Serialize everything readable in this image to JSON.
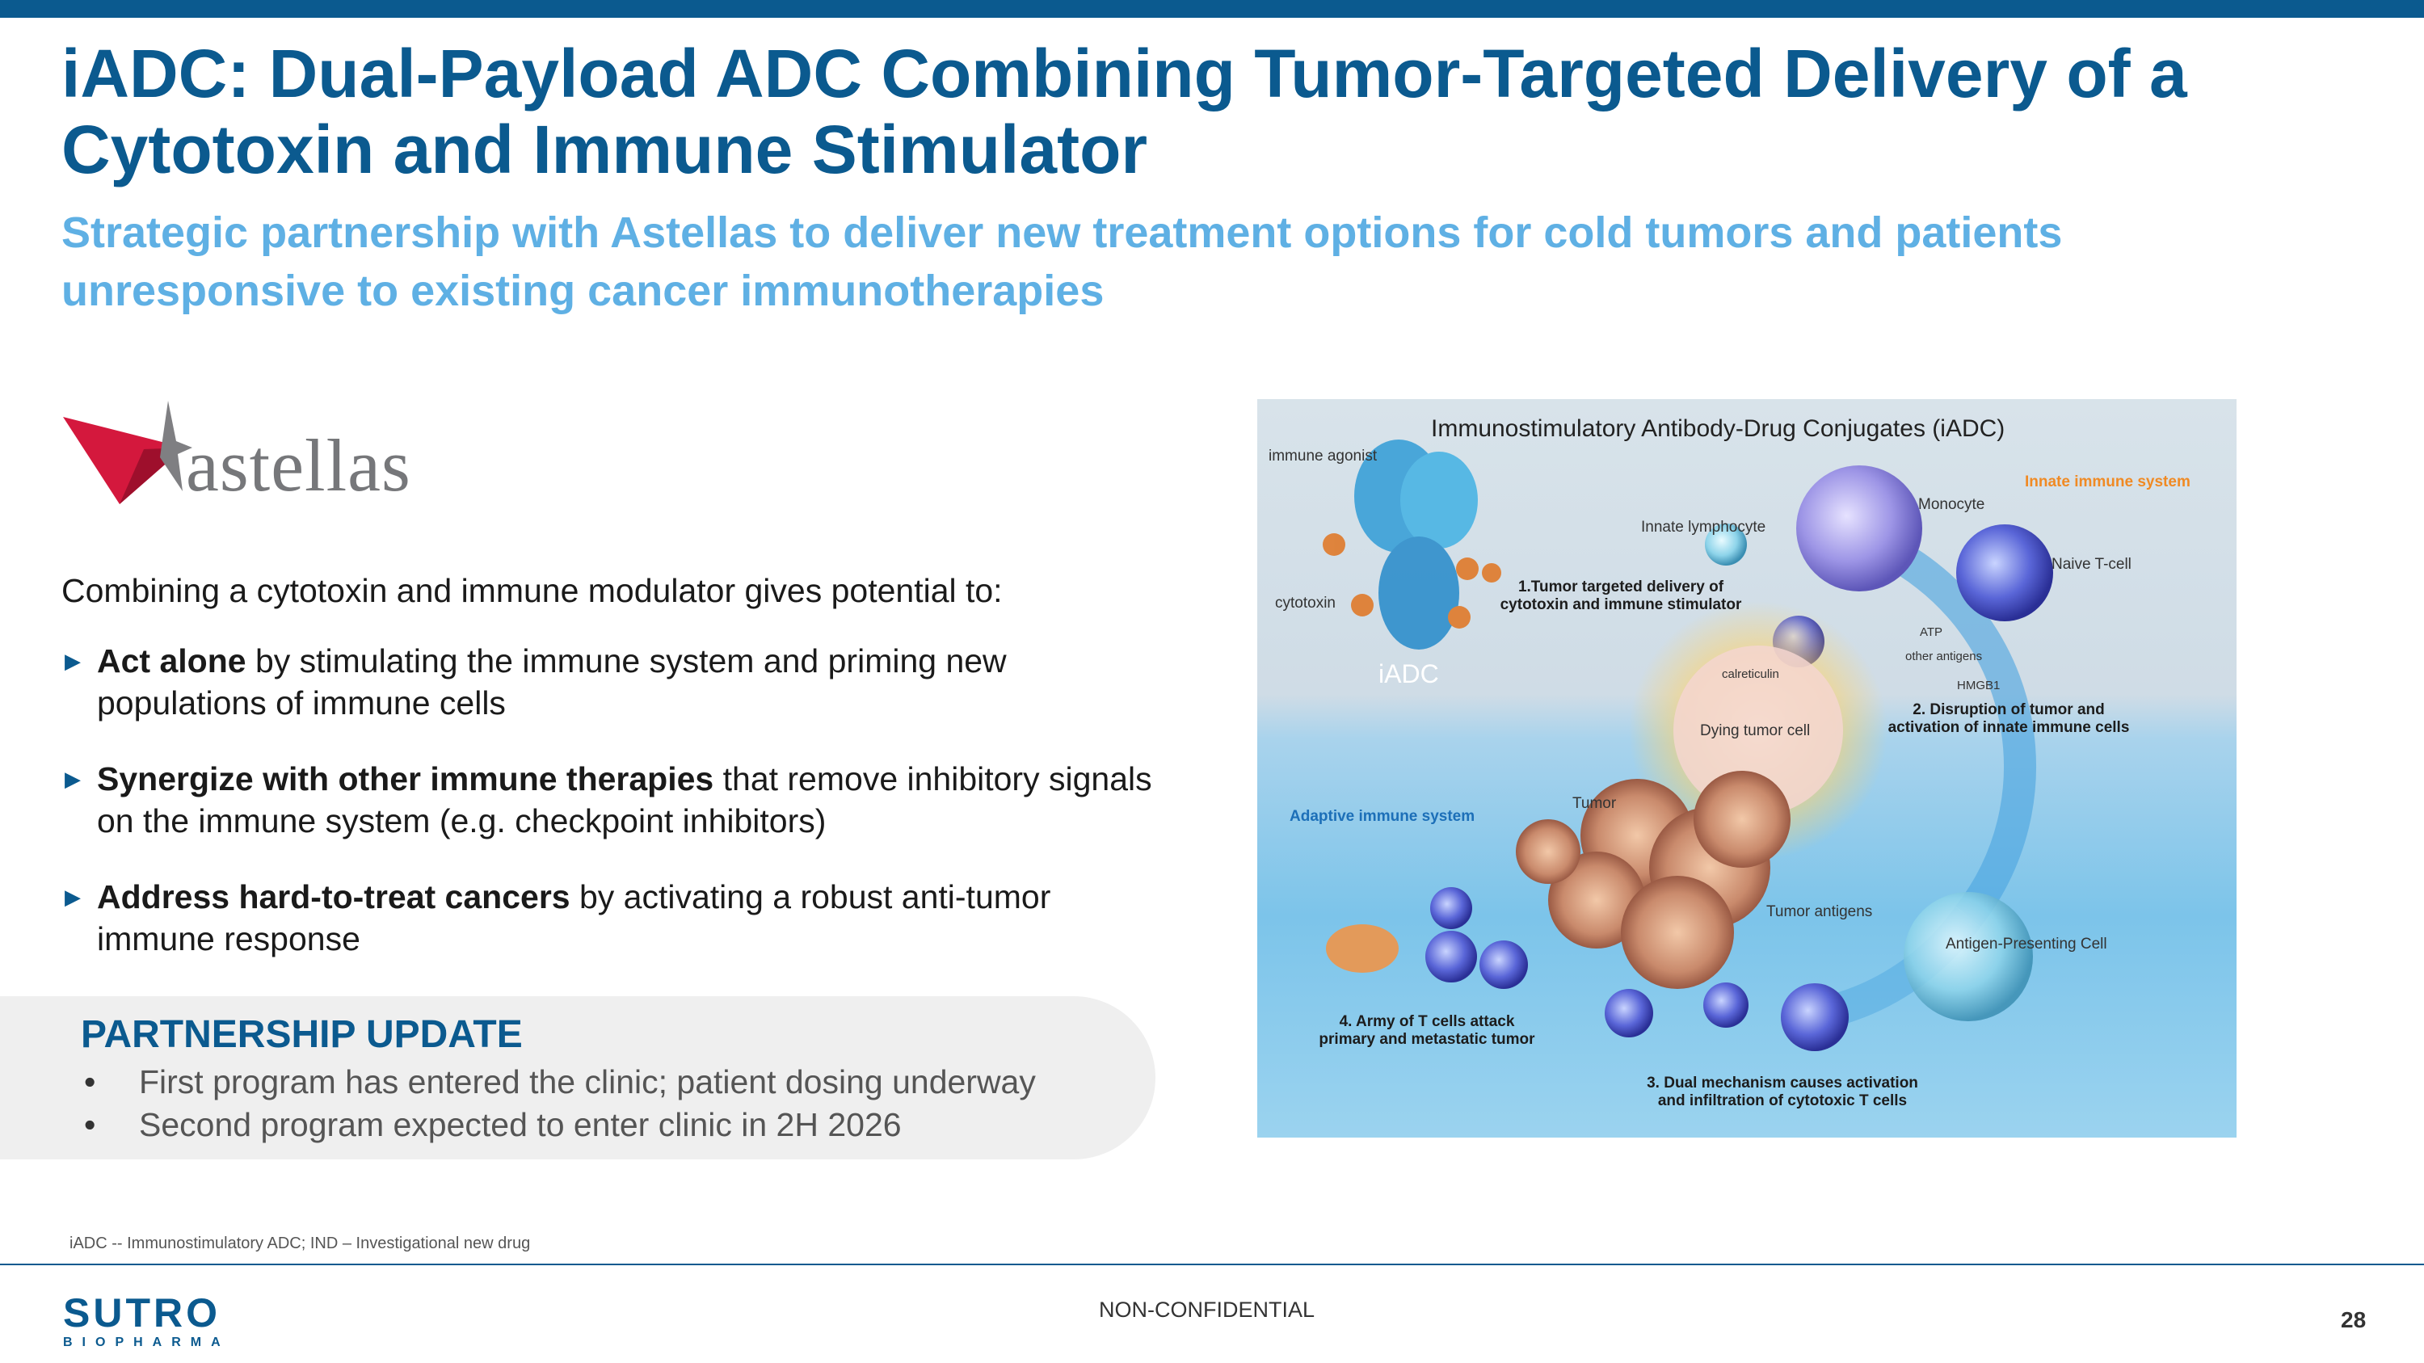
{
  "slide": {
    "title": "iADC: Dual-Payload ADC Combining Tumor-Targeted Delivery of a Cytotoxin and Immune Stimulator",
    "subtitle": "Strategic partnership with Astellas to deliver new treatment options for cold tumors and patients unresponsive to existing cancer immunotherapies",
    "partner_logo": "astellas",
    "intro": "Combining a cytotoxin and immune modulator gives potential to:",
    "bullets": [
      {
        "bold": "Act alone",
        "rest": " by stimulating the immune system and priming new populations of immune cells"
      },
      {
        "bold": "Synergize with other immune therapies",
        "rest": " that remove inhibitory signals on the immune system (e.g. checkpoint inhibitors)"
      },
      {
        "bold": "Address hard-to-treat cancers",
        "rest": " by activating a robust anti-tumor immune response"
      }
    ],
    "update": {
      "title": "PARTNERSHIP UPDATE",
      "items": [
        "First program has entered the clinic; patient dosing underway",
        "Second program expected to enter clinic in 2H 2026"
      ]
    },
    "figure": {
      "title": "Immunostimulatory Antibody-Drug Conjugates (iADC)",
      "immune_agonist": "immune agonist",
      "cytotoxin": "cytotoxin",
      "iadc": "iADC",
      "innate_immune": "Innate immune system",
      "monocyte": "Monocyte",
      "innate_lymphocyte": "Innate lymphocyte",
      "naive_tcell": "Naive T-cell",
      "step1a": "1.Tumor targeted delivery of",
      "step1b": "cytotoxin and immune stimulator",
      "atp": "ATP",
      "other_antigens": "other antigens",
      "calreticulin": "calreticulin",
      "hmgb1": "HMGB1",
      "step2a": "2. Disruption of tumor and",
      "step2b": "activation of innate immune cells",
      "dying": "Dying tumor cell",
      "adaptive": "Adaptive immune system",
      "tumor": "Tumor",
      "tumor_antigens": "Tumor antigens",
      "apc": "Antigen-Presenting Cell",
      "step4a": "4. Army of T cells attack",
      "step4b": "primary and metastatic tumor",
      "step3a": "3. Dual mechanism causes activation",
      "step3b": "and infiltration of cytotoxic T cells"
    },
    "footnote": "iADC -- Immunostimulatory ADC; IND – Investigational new drug",
    "brand_top": "SUTRO",
    "brand_bottom": "BIOPHARMA",
    "confidentiality": "NON-CONFIDENTIAL",
    "page_number": "28",
    "colors": {
      "primary": "#0b5a8f",
      "accent": "#5fb0e4",
      "innate_label": "#f08a24",
      "adaptive_label": "#1c6fb8"
    }
  }
}
